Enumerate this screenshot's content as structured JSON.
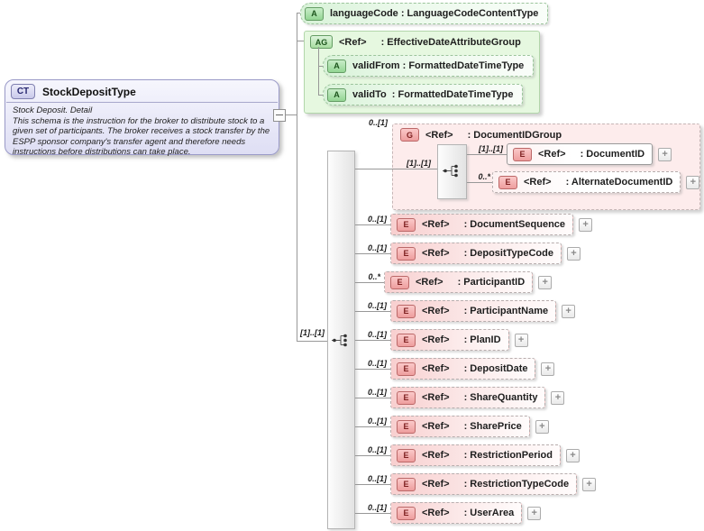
{
  "colors": {
    "complex_type_fill": "#e3e3f5",
    "complex_type_border": "#9a9ac8",
    "attribute_green_fill": "#d8f2d8",
    "attribute_green_border": "#9cc49c",
    "element_pink_fill": "#f8cfcf",
    "group_pink_fill": "#fdecec",
    "connector_gray": "#989898"
  },
  "diagram": {
    "expand_symbol": "+",
    "complex_type": {
      "badge": "CT",
      "name": "StockDepositType",
      "annotation_title": "Stock Deposit. Detail",
      "annotation_body": "This schema is the instruction for the broker to distribute stock to a given set of participants.  The broker receives a stock transfer by the ESPP sponsor company's transfer agent and therefore needs instructions before distributions can take place."
    },
    "language_attribute": {
      "badge": "A",
      "label": "languageCode : LanguageCodeContentType"
    },
    "attribute_group": {
      "badge": "AG",
      "ref": "<Ref>",
      "name": ": EffectiveDateAttributeGroup",
      "attributes": [
        {
          "badge": "A",
          "label": "validFrom : FormattedDateTimeType"
        },
        {
          "badge": "A",
          "label": "validTo  : FormattedDateTimeType"
        }
      ]
    },
    "sequence_cardinality": "[1]..[1]",
    "group": {
      "cardinality": "0..[1]",
      "badge": "G",
      "ref": "<Ref>",
      "name": ": DocumentIDGroup",
      "inner_cardinality": "[1]..[1]",
      "children": [
        {
          "cardinality": "[1]..[1]",
          "badge": "E",
          "ref": "<Ref>",
          "name": ": DocumentID"
        },
        {
          "cardinality": "0..*",
          "badge": "E",
          "ref": "<Ref>",
          "name": ": AlternateDocumentID"
        }
      ]
    },
    "elements": [
      {
        "cardinality": "0..[1]",
        "badge": "E",
        "ref": "<Ref>",
        "name": ": DocumentSequence"
      },
      {
        "cardinality": "0..[1]",
        "badge": "E",
        "ref": "<Ref>",
        "name": ": DepositTypeCode"
      },
      {
        "cardinality": "0..*",
        "badge": "E",
        "ref": "<Ref>",
        "name": ": ParticipantID"
      },
      {
        "cardinality": "0..[1]",
        "badge": "E",
        "ref": "<Ref>",
        "name": ": ParticipantName"
      },
      {
        "cardinality": "0..[1]",
        "badge": "E",
        "ref": "<Ref>",
        "name": ": PlanID"
      },
      {
        "cardinality": "0..[1]",
        "badge": "E",
        "ref": "<Ref>",
        "name": ": DepositDate"
      },
      {
        "cardinality": "0..[1]",
        "badge": "E",
        "ref": "<Ref>",
        "name": ": ShareQuantity"
      },
      {
        "cardinality": "0..[1]",
        "badge": "E",
        "ref": "<Ref>",
        "name": ": SharePrice"
      },
      {
        "cardinality": "0..[1]",
        "badge": "E",
        "ref": "<Ref>",
        "name": ": RestrictionPeriod"
      },
      {
        "cardinality": "0..[1]",
        "badge": "E",
        "ref": "<Ref>",
        "name": ": RestrictionTypeCode"
      },
      {
        "cardinality": "0..[1]",
        "badge": "E",
        "ref": "<Ref>",
        "name": ": UserArea"
      }
    ]
  }
}
